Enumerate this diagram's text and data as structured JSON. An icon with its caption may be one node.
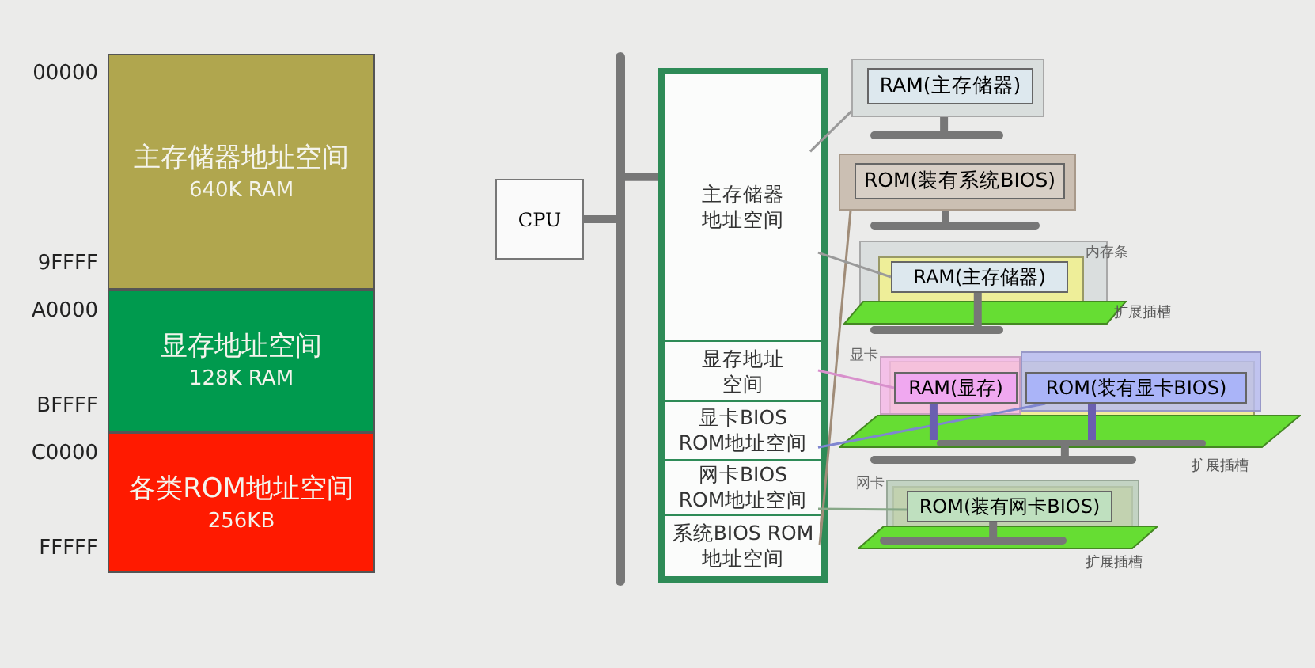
{
  "diagram": {
    "nodes": [
      {
        "text": [
          "主存储器地址空间",
          "640K RAM"
        ],
        "beside": [
          "00000",
          "9FFFF"
        ]
      },
      {
        "text": [
          "显存地址空间",
          "128K RAM"
        ],
        "beside": [
          "A0000",
          "BFFFF"
        ]
      },
      {
        "text": [
          "各类ROM地址空间",
          "256KB"
        ],
        "beside": [
          "C0000",
          "FFFFF"
        ]
      },
      {
        "text": [
          "CPU"
        ]
      },
      {
        "text": [],
        "shape": "bar"
      },
      {
        "text": [],
        "shape": "box"
      },
      {
        "text": [
          "主存储器地址空间"
        ],
        "in": 5
      },
      {
        "text": [
          "显存地址空间"
        ],
        "in": 5
      },
      {
        "text": [
          "显卡BIOS ROM地址空间"
        ],
        "in": 5
      },
      {
        "text": [
          "网卡BIOS ROM地址空间"
        ],
        "in": 5
      },
      {
        "text": [
          "系统BIOS ROM地址空间"
        ],
        "in": 5
      },
      {
        "text": [
          "RAM(主存储器)"
        ]
      },
      {
        "text": [
          "ROM(装有系统BIOS)"
        ]
      },
      {
        "text": [
          "内存条"
        ]
      },
      {
        "text": [
          "RAM(主存储器)"
        ],
        "in": 13
      },
      {
        "text": [
          "显卡"
        ]
      },
      {
        "text": [
          "RAM(显存)"
        ],
        "in": 15
      },
      {
        "text": [
          "ROM(装有显卡BIOS)"
        ],
        "in": 15
      },
      {
        "text": [
          "网卡"
        ]
      },
      {
        "text": [
          "ROM(装有网卡BIOS)"
        ],
        "in": 18
      },
      {
        "text": [],
        "shape": "box",
        "beside": [
          "扩展插槽"
        ]
      },
      {
        "text": [],
        "shape": "box",
        "beside": [
          "扩展插槽"
        ]
      },
      {
        "text": [],
        "shape": "box",
        "beside": [
          "扩展插槽"
        ]
      },
      {
        "text": [],
        "shape": "bar"
      },
      {
        "text": [],
        "shape": "bar"
      },
      {
        "text": [],
        "shape": "bar"
      },
      {
        "text": [],
        "shape": "bar",
        "in": 21
      },
      {
        "text": [],
        "shape": "bar"
      },
      {
        "text": [],
        "shape": "bar",
        "in": 22
      }
    ],
    "edges": [
      {
        "from": 3,
        "to": 4,
        "arrow": "none",
        "color": "#777777"
      },
      {
        "from": 4,
        "to": 5,
        "arrow": "none",
        "color": "#777777"
      },
      {
        "from": 6,
        "to": 11,
        "arrow": "none",
        "color": "#9a9a9a"
      },
      {
        "from": 10,
        "to": 12,
        "arrow": "none",
        "color": "#a08c78"
      },
      {
        "from": 6,
        "to": 14,
        "arrow": "none",
        "color": "#9a9a9a"
      },
      {
        "from": 7,
        "to": 16,
        "arrow": "none",
        "color": "#d890cc"
      },
      {
        "from": 8,
        "to": 17,
        "arrow": "none",
        "color": "#7f86d0"
      },
      {
        "from": 9,
        "to": 19,
        "arrow": "none",
        "color": "#88a888"
      },
      {
        "from": 11,
        "to": 23,
        "arrow": "none",
        "color": "#777777"
      },
      {
        "from": 12,
        "to": 24,
        "arrow": "none",
        "color": "#777777"
      },
      {
        "from": 14,
        "to": 25,
        "arrow": "none",
        "color": "#777777"
      },
      {
        "from": 16,
        "to": 26,
        "arrow": "none",
        "color": "#6a5fb0"
      },
      {
        "from": 17,
        "to": 26,
        "arrow": "none",
        "color": "#6a5fb0"
      },
      {
        "from": 26,
        "to": 27,
        "arrow": "none",
        "color": "#777777"
      },
      {
        "from": 19,
        "to": 28,
        "arrow": "none",
        "color": "#777777"
      }
    ]
  }
}
